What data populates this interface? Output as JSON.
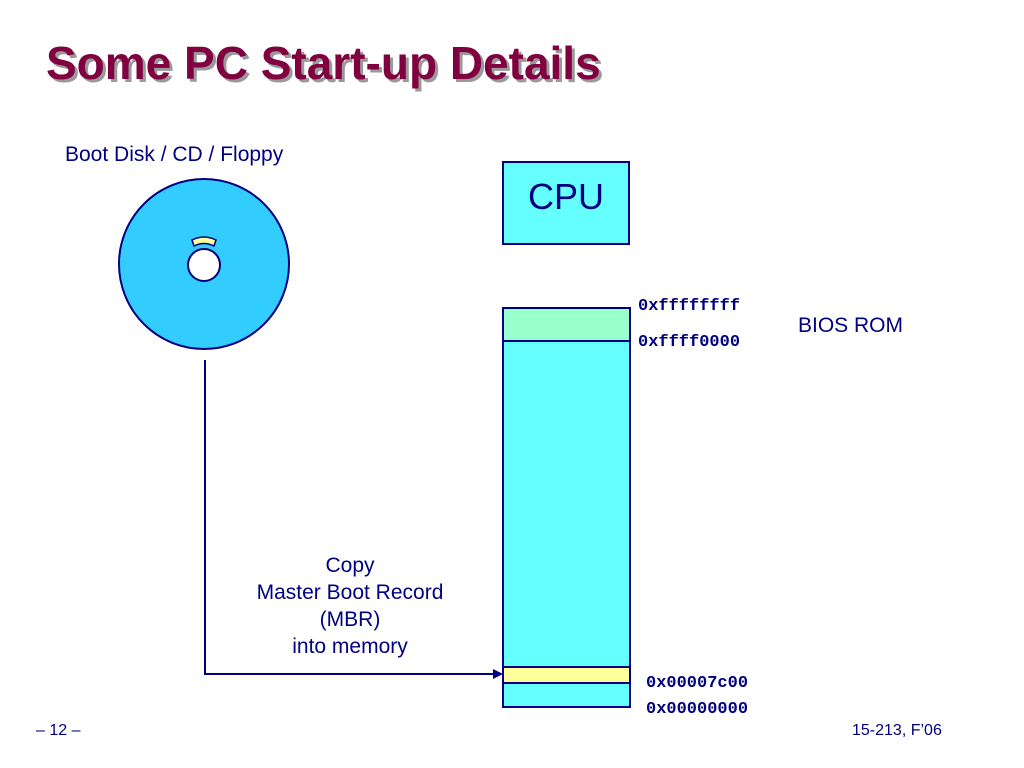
{
  "title": "Some PC Start-up Details",
  "disk": {
    "label": "Boot Disk / CD / Floppy",
    "icon": "disk-icon"
  },
  "cpu": {
    "label": "CPU"
  },
  "memory": {
    "regions": [
      "BIOS ROM",
      "MBR copy"
    ],
    "bios_label": "BIOS ROM",
    "addresses": {
      "top": "0xffffffff",
      "bios_start": "0xffff0000",
      "mbr_start": "0x00007c00",
      "bottom": "0x00000000"
    }
  },
  "copy_note": {
    "line1": "Copy",
    "line2": "Master Boot Record",
    "line3": "(MBR)",
    "line4": "into memory"
  },
  "footer": {
    "page": "– 12 –",
    "course": "15-213, F’06"
  },
  "colors": {
    "title": "#800040",
    "ink": "#000080",
    "disk_fill": "#33ccff",
    "memory_fill": "#66ffff",
    "bios_fill": "#99ffcc",
    "mbr_fill": "#ffff99"
  }
}
